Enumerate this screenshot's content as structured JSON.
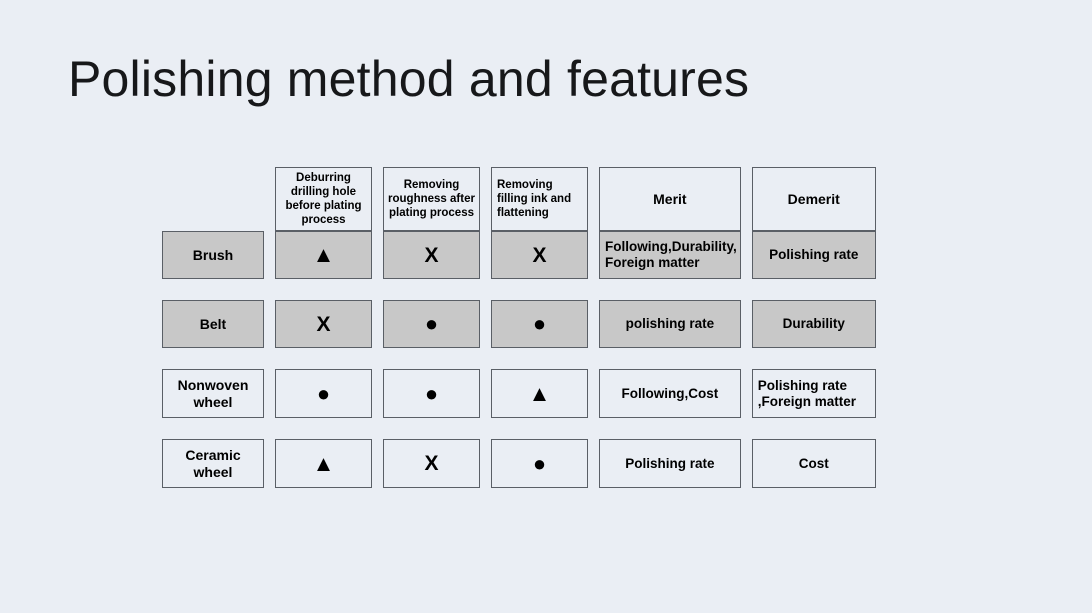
{
  "slide": {
    "title": "Polishing method and features",
    "background_color": "#eaeef4",
    "shaded_row_color": "#c8c8c8",
    "border_color": "#5a5f66"
  },
  "table": {
    "column_headers": [
      {
        "key": "method",
        "label": ""
      },
      {
        "key": "deburr",
        "label": "Deburring drilling hole before plating process"
      },
      {
        "key": "rough",
        "label": "Removing roughness after plating process"
      },
      {
        "key": "ink",
        "label": "Removing filling ink and flattening"
      },
      {
        "key": "merit",
        "label": "Merit"
      },
      {
        "key": "demerit",
        "label": "Demerit"
      }
    ],
    "rows": [
      {
        "method": "Brush",
        "shaded": true,
        "deburr": "▲",
        "rough": "X",
        "ink": "X",
        "merit": "Following,Durability, Foreign matter",
        "demerit": "Polishing rate"
      },
      {
        "method": "Belt",
        "shaded": true,
        "deburr": "X",
        "rough": "●",
        "ink": "●",
        "merit": "polishing rate",
        "demerit": "Durability"
      },
      {
        "method": "Nonwoven wheel",
        "shaded": false,
        "deburr": "●",
        "rough": "●",
        "ink": "▲",
        "merit": "Following,Cost",
        "demerit": "Polishing rate ,Foreign matter"
      },
      {
        "method": "Ceramic wheel",
        "shaded": false,
        "deburr": "▲",
        "rough": "X",
        "ink": "●",
        "merit": "Polishing rate",
        "demerit": "Cost"
      }
    ],
    "legend": {
      "good": "●",
      "fair": "▲",
      "poor": "X"
    }
  }
}
